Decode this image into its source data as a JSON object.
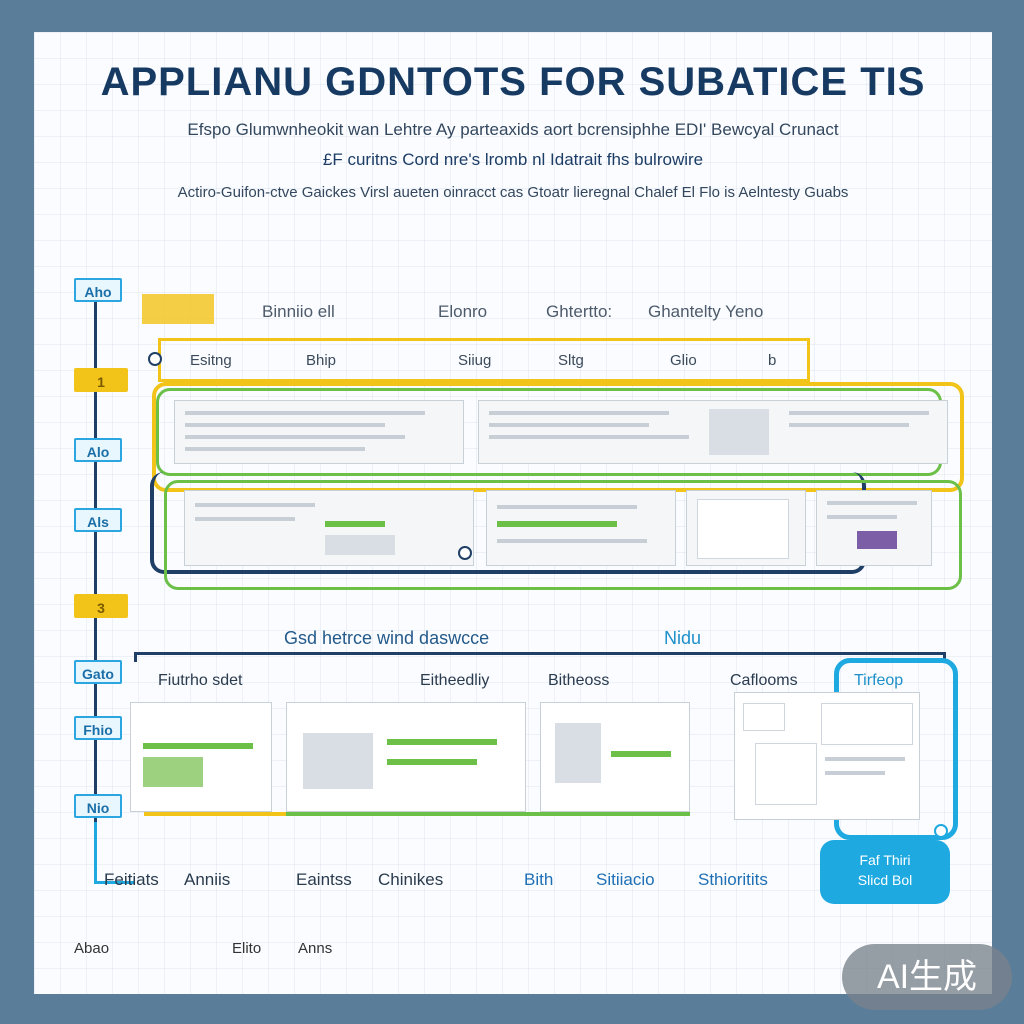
{
  "title": "APPLIANU GDNTOTS FOR SUBATICE TIS",
  "subtitles": [
    "Efspo Glumwnheokit wan Lehtre Ay parteaxids aort bcrensiphhe EDI' Bewcyal Crunact",
    "£F curitns Cord nre's lromb nl Idatrait fhs bulrowire",
    "Actiro-Guifon-ctve Gaickes Virsl aueten oinracct cas Gtoatr lieregnal Chalef El Flo is Aelntesty Guabs"
  ],
  "left_tags": [
    "Aho",
    "1",
    "Alo",
    "Als",
    "3",
    "Gato",
    "Fhio",
    "Nio"
  ],
  "header_row": [
    "Binniio ell",
    "Elonro",
    "Ghtertto:",
    "Ghantelty Yeno"
  ],
  "column_labels": [
    "Esitng",
    "Bhip",
    "Siiug",
    "Sltg",
    "Glio",
    "b"
  ],
  "section_label": "Gsd hetrce wind daswcce",
  "section_label_right": "Nidu",
  "row2_labels": [
    "Fiutrho sdet",
    "Eitheedliy",
    "Bitheoss",
    "Caflooms",
    "Tirfeop"
  ],
  "callout": [
    "Faf Thiri",
    "Slicd Bol"
  ],
  "footer_row": [
    "Feitiats",
    "Anniis",
    "Eaintss",
    "Chinikes",
    "Bith",
    "Sitiiacio",
    "Sthioritits"
  ],
  "bottom_row": [
    "Abao",
    "Elito",
    "Anns"
  ],
  "badge": "AI生成",
  "colors": {
    "navy": "#1f3f66",
    "yellow": "#f2c318",
    "green": "#6cc048",
    "blue": "#1ea9e1"
  }
}
